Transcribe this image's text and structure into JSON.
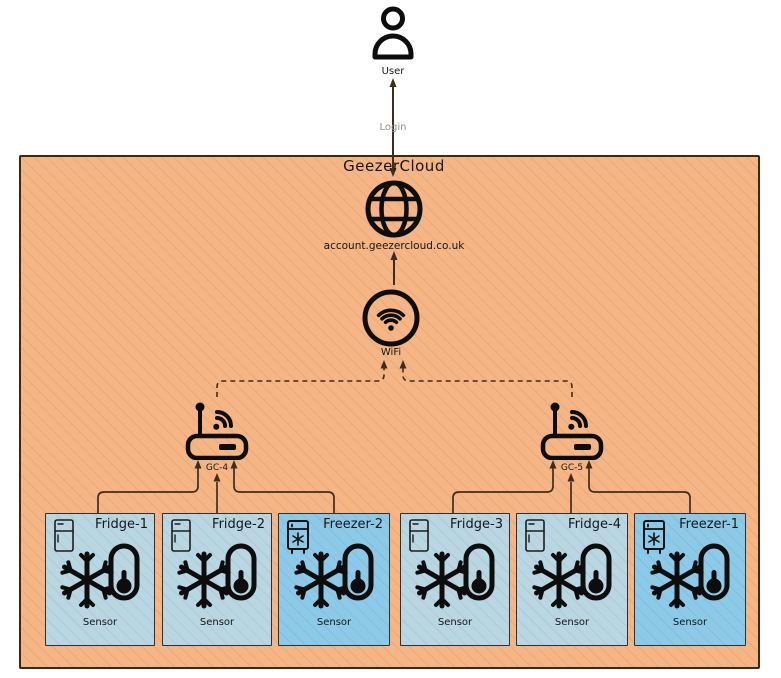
{
  "diagram_title": "GeezerCloud",
  "user": {
    "label": "User",
    "icon": "user-icon"
  },
  "login": {
    "label": "Login"
  },
  "cloud": {
    "title": "GeezerCloud",
    "url": "account.geezercloud.co.uk",
    "icon": "globe-icon"
  },
  "wifi": {
    "label": "WiFi",
    "icon": "wifi-icon"
  },
  "gateways": [
    {
      "label": "GC-4",
      "icon": "router-icon"
    },
    {
      "label": "GC-5",
      "icon": "router-icon"
    }
  ],
  "appliances": [
    {
      "label": "Fridge-1",
      "type": "fridge",
      "sensor_label": "Sensor",
      "icon": "fridge-icon",
      "sensor_icon": "snowflake-thermometer-icon"
    },
    {
      "label": "Fridge-2",
      "type": "fridge",
      "sensor_label": "Sensor",
      "icon": "fridge-icon",
      "sensor_icon": "snowflake-thermometer-icon"
    },
    {
      "label": "Freezer-2",
      "type": "freezer",
      "sensor_label": "Sensor",
      "icon": "freezer-icon",
      "sensor_icon": "snowflake-thermometer-icon"
    },
    {
      "label": "Fridge-3",
      "type": "fridge",
      "sensor_label": "Sensor",
      "icon": "fridge-icon",
      "sensor_icon": "snowflake-thermometer-icon"
    },
    {
      "label": "Fridge-4",
      "type": "fridge",
      "sensor_label": "Sensor",
      "icon": "fridge-icon",
      "sensor_icon": "snowflake-thermometer-icon"
    },
    {
      "label": "Freezer-1",
      "type": "freezer",
      "sensor_label": "Sensor",
      "icon": "freezer-icon",
      "sensor_icon": "snowflake-thermometer-icon"
    }
  ],
  "colors": {
    "zone_fill": "#f5b584",
    "zone_border": "#39291b",
    "fridge_fill": "#b9d7e3",
    "freezer_fill": "#8bcbe9",
    "box_border": "#27333a",
    "connector": "#3f2d1c",
    "icon": "#0d0d0d",
    "login_text": "#8f8f8f"
  }
}
